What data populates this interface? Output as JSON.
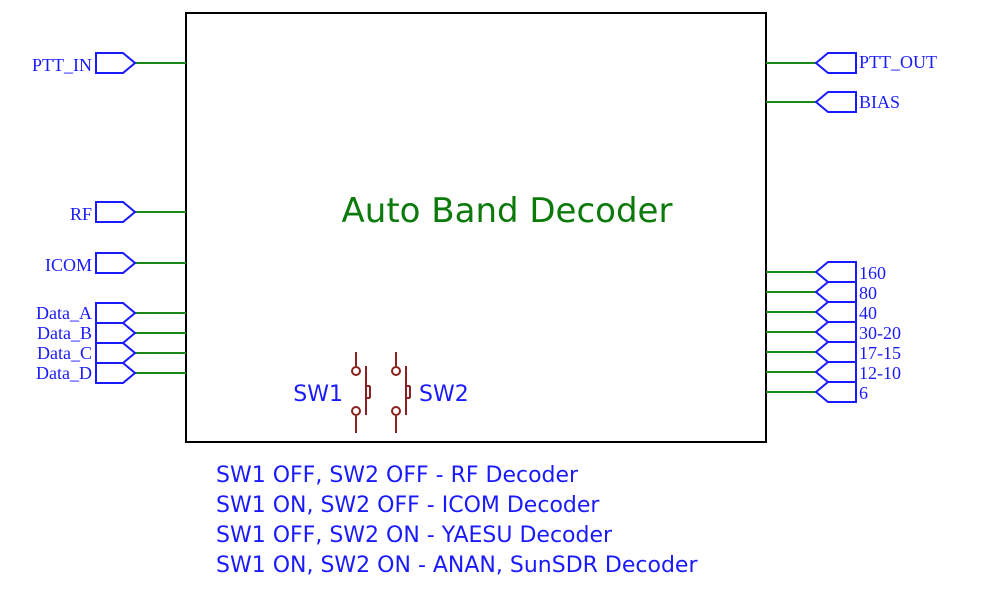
{
  "block": {
    "title": "Auto Band Decoder"
  },
  "ports_left": [
    {
      "id": "ptt-in",
      "label": "PTT_IN"
    },
    {
      "id": "rf",
      "label": "RF"
    },
    {
      "id": "icom",
      "label": "ICOM"
    },
    {
      "id": "data-a",
      "label": "Data_A"
    },
    {
      "id": "data-b",
      "label": "Data_B"
    },
    {
      "id": "data-c",
      "label": "Data_C"
    },
    {
      "id": "data-d",
      "label": "Data_D"
    }
  ],
  "ports_right": [
    {
      "id": "ptt-out",
      "label": "PTT_OUT"
    },
    {
      "id": "bias",
      "label": "BIAS"
    },
    {
      "id": "band-160",
      "label": "160"
    },
    {
      "id": "band-80",
      "label": "80"
    },
    {
      "id": "band-40",
      "label": "40"
    },
    {
      "id": "band-30-20",
      "label": "30-20"
    },
    {
      "id": "band-17-15",
      "label": "17-15"
    },
    {
      "id": "band-12-10",
      "label": "12-10"
    },
    {
      "id": "band-6",
      "label": "6"
    }
  ],
  "switches": {
    "sw1": "SW1",
    "sw2": "SW2"
  },
  "notes": [
    "SW1 OFF, SW2 OFF - RF Decoder",
    "SW1 ON, SW2 OFF - ICOM Decoder",
    "SW1 OFF, SW2 ON - YAESU Decoder",
    "SW1 ON, SW2 ON - ANAN, SunSDR Decoder"
  ],
  "colors": {
    "wire": "#178a17",
    "port": "#1a1aff",
    "title": "#0b7a0b",
    "switch": "#8b2020"
  }
}
